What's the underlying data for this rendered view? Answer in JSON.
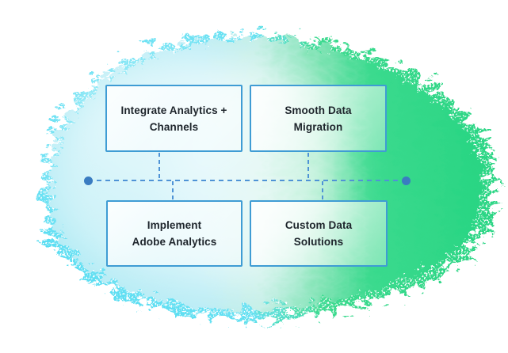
{
  "theme": {
    "page_background": "#ffffff",
    "blob_cyan_bright": "#4fdbf1",
    "blob_cyan_soft": "#aeeaf4",
    "blob_mint": "#c2eee6",
    "blob_green": "#3bda8e",
    "blob_green_deep": "#29d583",
    "box_border": "#3f9cd4",
    "connector_color": "#4f93d6",
    "dot_color": "#3a7cc1",
    "text_color": "#1d242b"
  },
  "diagram": {
    "nodes": [
      {
        "id": "integrate-analytics-channels",
        "lines": [
          "Integrate Analytics +",
          "Channels"
        ]
      },
      {
        "id": "smooth-data-migration",
        "lines": [
          "Smooth Data",
          "Migration"
        ]
      },
      {
        "id": "implement-adobe-analytics",
        "lines": [
          "Implement",
          "Adobe Analytics"
        ]
      },
      {
        "id": "custom-data-solutions",
        "lines": [
          "Custom Data",
          "Solutions"
        ]
      }
    ]
  }
}
